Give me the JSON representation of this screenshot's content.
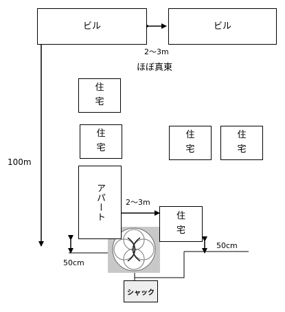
{
  "buildings": {
    "left_building": "ビル",
    "right_building": "ビル"
  },
  "houses": {
    "house_a_line1": "住",
    "house_a_line2": "宅",
    "house_b_line1": "住",
    "house_b_line2": "宅",
    "house_c_line1": "住",
    "house_c_line2": "宅",
    "house_d_line1": "住",
    "house_d_line2": "宅",
    "house_e_line1": "住",
    "house_e_line2": "宅"
  },
  "apartment": {
    "label": "アパート"
  },
  "labels": {
    "gap_buildings": "2～3m",
    "direction": "ほぼ真東",
    "distance": "100m",
    "gap_apartment": "2～3m",
    "left_height": "50cm",
    "right_height": "50cm",
    "shack": "シャック"
  },
  "colors": {
    "antenna_bg": "#c8c8c8",
    "shack_bg": "#eeeeee"
  }
}
